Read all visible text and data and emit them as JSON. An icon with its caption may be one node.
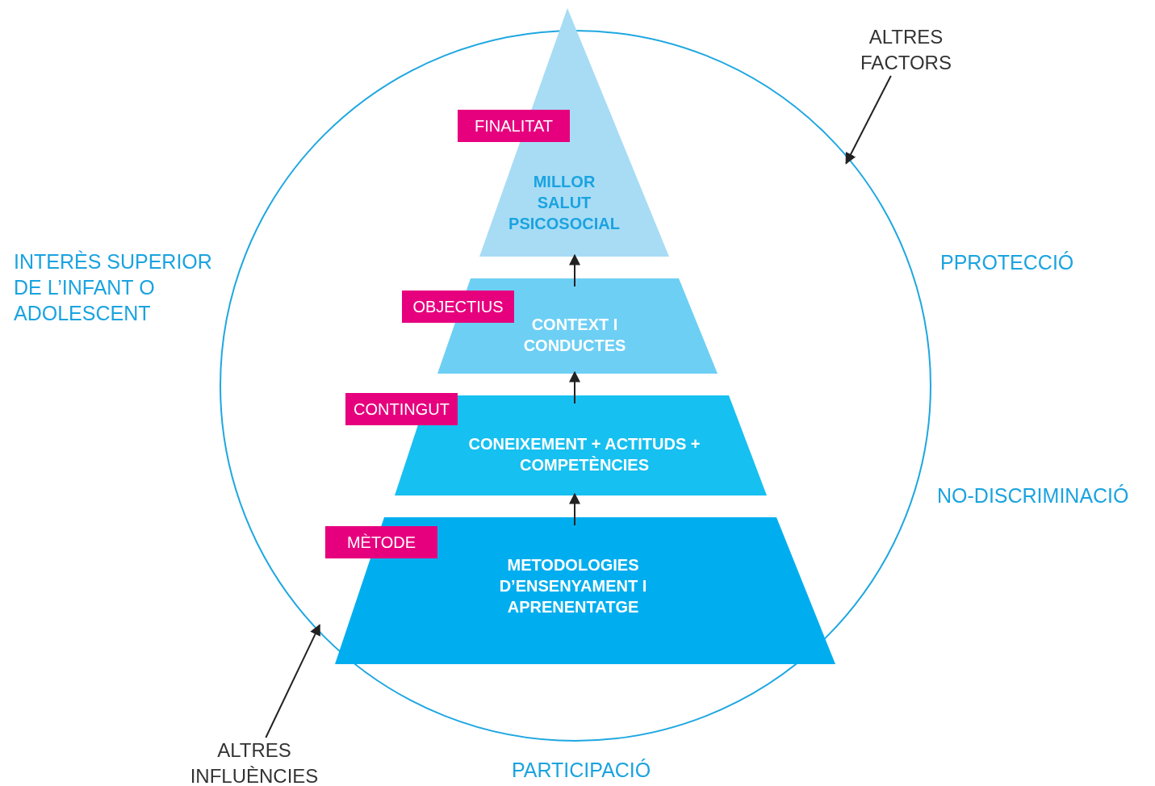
{
  "diagram": {
    "nodes": [
      {
        "text": [],
        "shape": "circle"
      },
      {
        "text": [
          "MILLOR SALUT PSICOSOCIAL"
        ],
        "in": 0
      },
      {
        "text": [
          "FINALITAT"
        ],
        "in": 0
      },
      {
        "text": [
          "CONTEXT I CONDUCTES"
        ],
        "in": 0
      },
      {
        "text": [
          "OBJECTIUS"
        ],
        "in": 0
      },
      {
        "text": [
          "CONEIXEMENT + ACTITUDS + COMPETÈNCIES"
        ],
        "in": 0
      },
      {
        "text": [
          "CONTINGUT"
        ],
        "in": 0
      },
      {
        "text": [
          "METODOLOGIES D’ENSENYAMENT I APRENENTATGE"
        ],
        "in": 0
      },
      {
        "text": [
          "MÈTODE"
        ],
        "in": 0
      },
      {
        "text": [
          "ALTRES FACTORS"
        ]
      },
      {
        "text": [
          "ALTRES INFLUÈNCIES"
        ]
      }
    ],
    "edges": [
      {
        "from": 7,
        "to": 5,
        "arrow": "to"
      },
      {
        "from": 5,
        "to": 3,
        "arrow": "to"
      },
      {
        "from": 3,
        "to": 1,
        "arrow": "to"
      },
      {
        "from": 9,
        "to": 0,
        "arrow": "to"
      },
      {
        "from": 10,
        "to": 0,
        "arrow": "to"
      }
    ],
    "labels": [
      "INTERÈS SUPERIOR DE L’INFANT O ADOLESCENT",
      "PPROTECCIÓ",
      "NO-DISCRIMINACIÓ",
      "PARTICIPACIÓ"
    ]
  }
}
